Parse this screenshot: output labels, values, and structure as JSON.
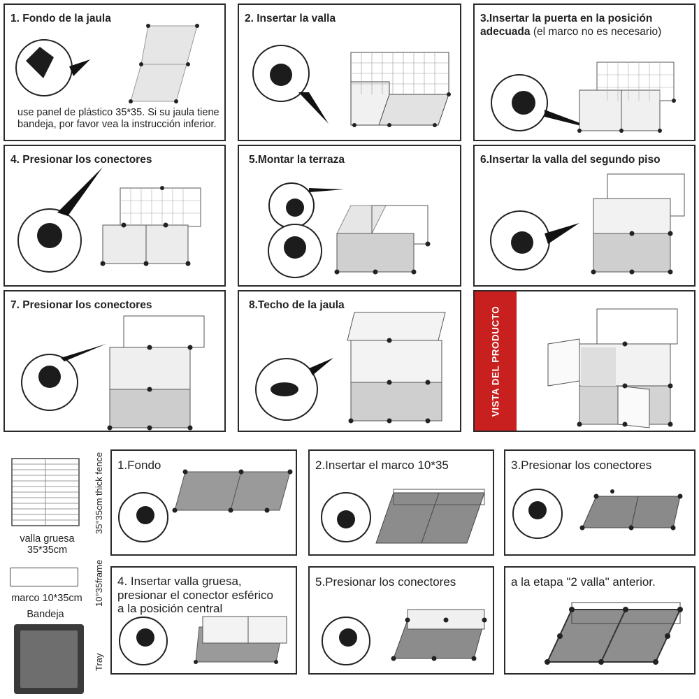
{
  "steps": [
    {
      "title": "1. Fondo de la jaula",
      "note": "use panel de plástico 35*35. Si su jaula tiene bandeja, por favor vea la instrucción inferior."
    },
    {
      "title": "2. Insertar la valla"
    },
    {
      "title": "3.Insertar la puerta en la posición",
      "title_line2": "adecuada",
      "title_suffix": " (el marco no es necesario)"
    },
    {
      "title": "4. Presionar los conectores"
    },
    {
      "title": "5.Montar la terraza"
    },
    {
      "title": "6.Insertar la valla del segundo piso"
    },
    {
      "title": "7. Presionar los conectores"
    },
    {
      "title": "8.Techo de la jaula"
    },
    {
      "title": "VISTA DEL PRODUCTO"
    }
  ],
  "tray_steps": [
    {
      "title": "1.Fondo"
    },
    {
      "title": "2.Insertar el marco 10*35"
    },
    {
      "title": "3.Presionar los conectores"
    },
    {
      "title": "4. Insertar valla gruesa,\npresionar el conector esférico\na la posición central"
    },
    {
      "title": "5.Presionar los conectores"
    },
    {
      "title": "a la etapa \"2 valla\" anterior."
    }
  ],
  "parts": {
    "fence_label": "valla gruesa\n35*35cm",
    "frame_label": "marco 10*35cm",
    "tray_label": "Bandeja",
    "side_fence": "35°35cm thick fence",
    "side_frame": "10°35frame",
    "side_tray": "Tray"
  },
  "colors": {
    "accent_red": "#c8201e",
    "border": "#2a2a2a",
    "panel_fill": "#d9d9d9",
    "dark_fill": "#666666"
  }
}
